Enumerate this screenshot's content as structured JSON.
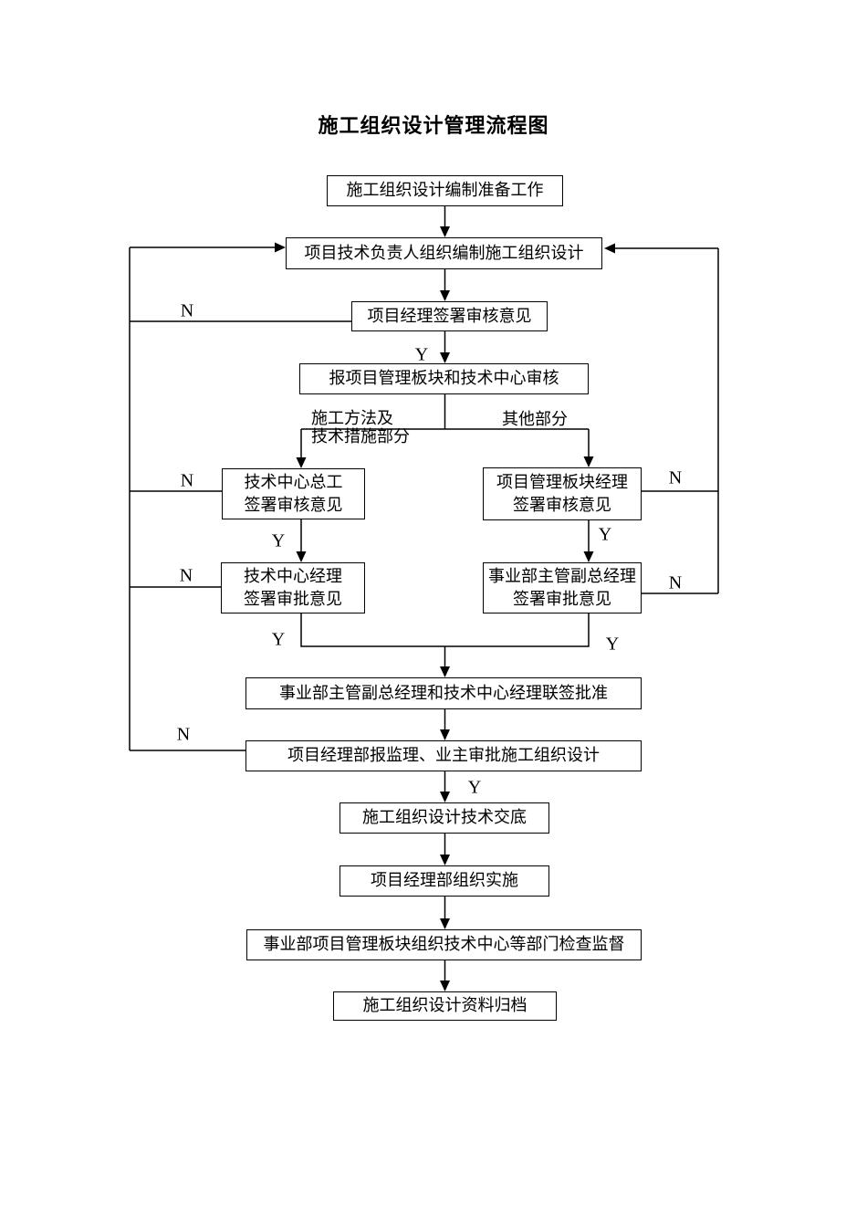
{
  "page": {
    "background": "#ffffff",
    "ink": "#000000"
  },
  "title": "施工组织设计管理流程图",
  "flow": {
    "nodes": {
      "prepare": {
        "label": "施工组织设计编制准备工作"
      },
      "compile": {
        "label": "项目技术负责人组织编制施工组织设计"
      },
      "pm_review": {
        "label": "项目经理签署审核意见"
      },
      "submit_review": {
        "label": "报项目管理板块和技术中心审核"
      },
      "tc_chief": {
        "label": "技术中心总工\n签署审核意见"
      },
      "pmb_manager": {
        "label": "项目管理板块经理\n签署审核意见"
      },
      "tc_manager": {
        "label": "技术中心经理\n签署审批意见"
      },
      "bu_deputy": {
        "label": "事业部主管副总经理\n签署审批意见"
      },
      "joint_approve": {
        "label": "事业部主管副总经理和技术中心经理联签批准"
      },
      "submit_owner": {
        "label": "项目经理部报监理、业主审批施工组织设计"
      },
      "disclosure": {
        "label": "施工组织设计技术交底"
      },
      "implement": {
        "label": "项目经理部组织实施"
      },
      "supervise": {
        "label": "事业部项目管理板块组织技术中心等部门检查监督"
      },
      "archive": {
        "label": "施工组织设计资料归档"
      }
    },
    "branches": {
      "left_line1": "施工方法及",
      "left_line2": "技术措施部分",
      "right": "其他部分"
    },
    "decisions": {
      "yes": "Y",
      "no": "N"
    }
  }
}
